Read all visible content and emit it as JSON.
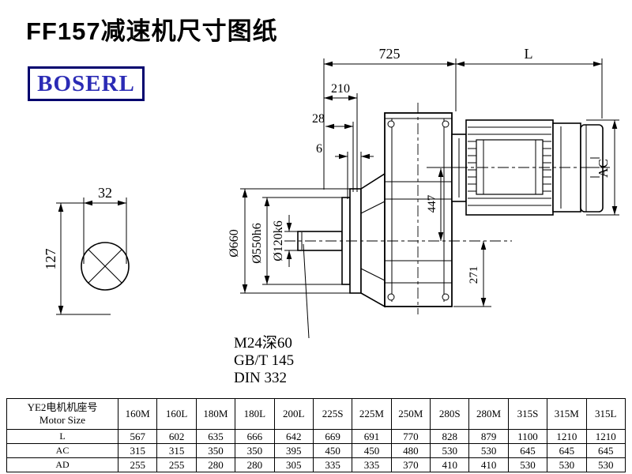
{
  "title": "FF157减速机尺寸图纸",
  "logo": "BOSERL",
  "drawing": {
    "dim_725": "725",
    "dim_L": "L",
    "dim_210": "210",
    "dim_28": "28",
    "dim_6": "6",
    "dim_32": "32",
    "dim_127": "127",
    "dim_447": "447",
    "dim_271": "271",
    "dim_AC": "AC",
    "dia_660": "Ø660",
    "dia_550": "Ø550h6",
    "dia_120": "Ø120k6",
    "note_thread": "M24深60",
    "note_gb": "GB/T 145",
    "note_din": "DIN 332"
  },
  "table": {
    "row_header_line1": "YE2电机机座号",
    "row_header_line2": "Motor Size",
    "columns": [
      "160M",
      "160L",
      "180M",
      "180L",
      "200L",
      "225S",
      "225M",
      "250M",
      "280S",
      "280M",
      "315S",
      "315M",
      "315L"
    ],
    "rows": [
      {
        "label": "L",
        "values": [
          "567",
          "602",
          "635",
          "666",
          "642",
          "669",
          "691",
          "770",
          "828",
          "879",
          "1100",
          "1210",
          "1210"
        ]
      },
      {
        "label": "AC",
        "values": [
          "315",
          "315",
          "350",
          "350",
          "395",
          "450",
          "450",
          "480",
          "530",
          "530",
          "645",
          "645",
          "645"
        ]
      },
      {
        "label": "AD",
        "values": [
          "255",
          "255",
          "280",
          "280",
          "305",
          "335",
          "335",
          "370",
          "410",
          "410",
          "530",
          "530",
          "530"
        ]
      }
    ]
  }
}
